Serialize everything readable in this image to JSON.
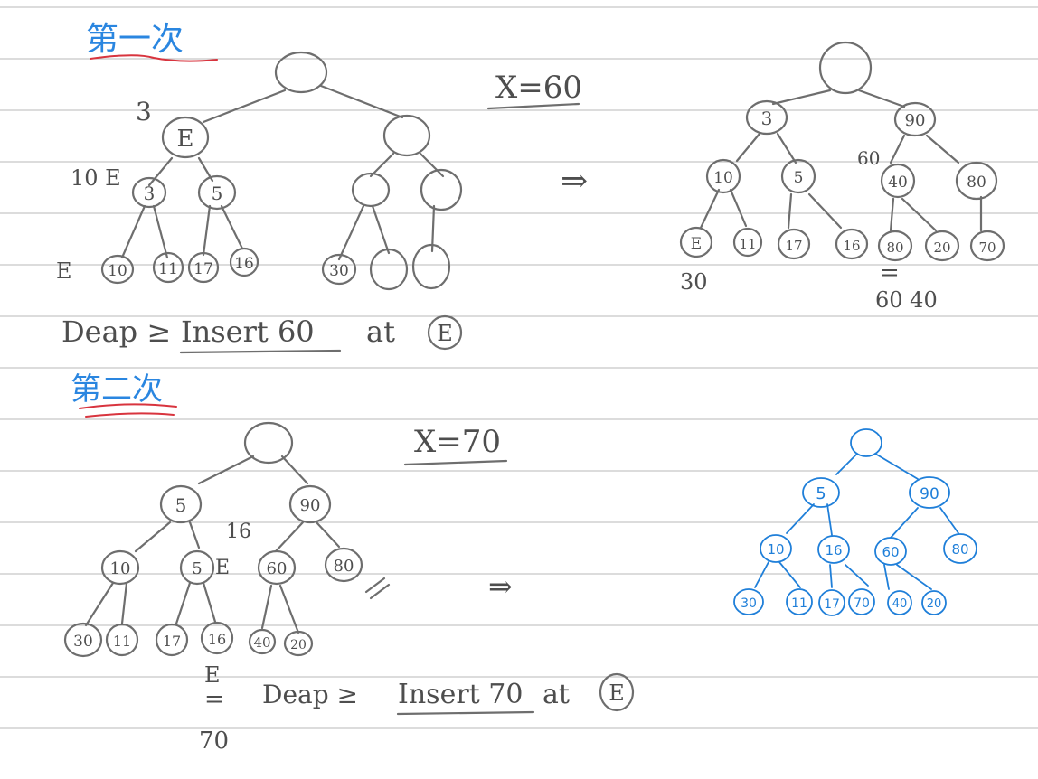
{
  "colors": {
    "pencil": "#5c5c5c",
    "blue_ink": "#1f7fd9",
    "red_underline": "#d8343e",
    "ruled_line": "#b9b9b9"
  },
  "round1": {
    "heading": "第一次",
    "x_label": "X=60",
    "arrow": "⇒",
    "caption_prefix": "Deap ≥",
    "caption_insert": "Insert 60",
    "caption_at": "at",
    "caption_pos": "E",
    "before": {
      "root": "",
      "min_l1": "E",
      "max_l1": "",
      "min_l2": [
        "3",
        "5"
      ],
      "max_l2": [
        "",
        ""
      ],
      "leaves": [
        "10",
        "11",
        "17",
        "16",
        "30",
        "",
        ""
      ],
      "note_3": "3",
      "note_10E": "10 E",
      "note_E": "E"
    },
    "after": {
      "root": "",
      "l1": [
        "3",
        "90"
      ],
      "l2": [
        "10",
        "5",
        "40",
        "80"
      ],
      "leaves": [
        "E",
        "11",
        "17",
        "16",
        "80",
        "20",
        "70"
      ],
      "note_60": "60",
      "note_30": "30",
      "note_60_40": "60 40",
      "note_eq": "="
    }
  },
  "round2": {
    "heading": "第二次",
    "x_label": "X=70",
    "arrow": "⇒",
    "caption_prefix": "Deap ≥",
    "caption_insert": "Insert 70",
    "caption_at": "at",
    "caption_pos": "E",
    "before": {
      "root": "",
      "l1": [
        "5",
        "90"
      ],
      "l2": [
        "10",
        "5",
        "60",
        "80"
      ],
      "leaves": [
        "30",
        "11",
        "17",
        "16",
        "40",
        "20"
      ],
      "note_16": "16",
      "note_E_mid": "E",
      "note_E_bottom": "E",
      "note_70": "70",
      "note_eq": "="
    },
    "after": {
      "root": "",
      "l1": [
        "5",
        "90"
      ],
      "l2": [
        "10",
        "16",
        "60",
        "80"
      ],
      "leaves": [
        "30",
        "11",
        "17",
        "70",
        "40",
        "20"
      ]
    }
  }
}
